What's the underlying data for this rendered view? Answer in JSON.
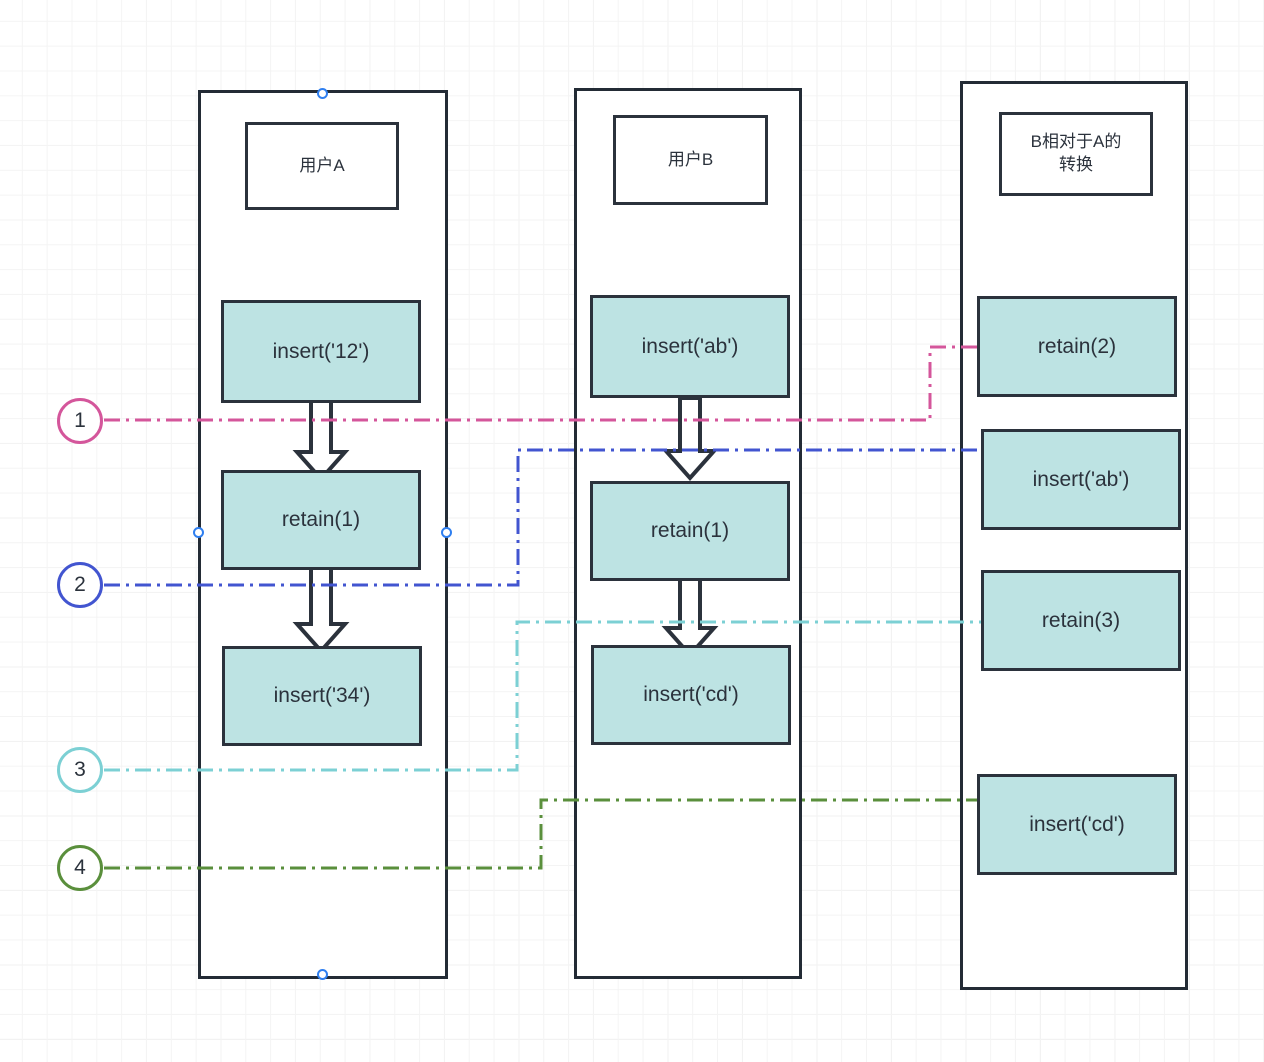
{
  "diagram": {
    "title": "OT transform comparison diagram",
    "background": {
      "grid": true,
      "grid_minor_color": "#f4f4f4",
      "grid_major_color": "#ececec"
    },
    "palette": {
      "box_fill": "#bde3e3",
      "box_stroke": "#2b323c",
      "lane_stroke": "#232b35",
      "handle_stroke": "#2f7ff0",
      "line_1": "#d4569b",
      "line_2": "#4255d0",
      "line_3": "#7cd0d4",
      "line_4": "#5a8f3c"
    },
    "lanes": [
      {
        "id": "lane-a",
        "header": "用户A",
        "ops": [
          {
            "label": "insert('12')"
          },
          {
            "label": "retain(1)"
          },
          {
            "label": "insert('34')"
          }
        ]
      },
      {
        "id": "lane-b",
        "header": "用户B",
        "ops": [
          {
            "label": "insert('ab')"
          },
          {
            "label": "retain(1)"
          },
          {
            "label": "insert('cd')"
          }
        ]
      },
      {
        "id": "lane-transform",
        "header": "B相对于A的\n转换",
        "header_line1": "B相对于A的",
        "header_line2": "转换",
        "ops": [
          {
            "label": "retain(2)"
          },
          {
            "label": "insert('ab')"
          },
          {
            "label": "retain(3)"
          },
          {
            "label": "insert('cd')"
          }
        ]
      }
    ],
    "markers": [
      {
        "number": "1",
        "color": "#d4569b"
      },
      {
        "number": "2",
        "color": "#4255d0"
      },
      {
        "number": "3",
        "color": "#7cd0d4"
      },
      {
        "number": "4",
        "color": "#5a8f3c"
      }
    ]
  }
}
